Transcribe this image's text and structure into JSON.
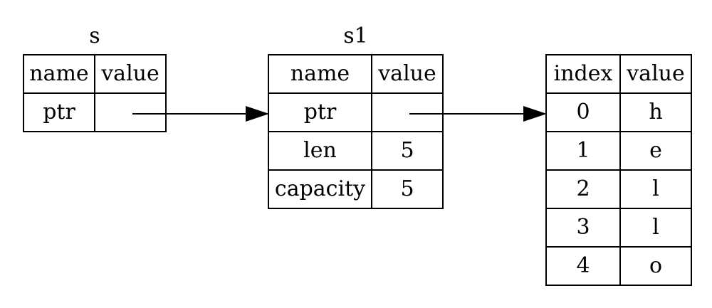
{
  "s": {
    "title": "s",
    "headers": [
      "name",
      "value"
    ],
    "rows": [
      [
        "ptr",
        ""
      ]
    ]
  },
  "s1": {
    "title": "s1",
    "headers": [
      "name",
      "value"
    ],
    "rows": [
      [
        "ptr",
        ""
      ],
      [
        "len",
        "5"
      ],
      [
        "capacity",
        "5"
      ]
    ]
  },
  "heap": {
    "headers": [
      "index",
      "value"
    ],
    "rows": [
      [
        "0",
        "h"
      ],
      [
        "1",
        "e"
      ],
      [
        "2",
        "l"
      ],
      [
        "3",
        "l"
      ],
      [
        "4",
        "o"
      ]
    ]
  },
  "colors": {
    "stroke": "#000000",
    "background": "#ffffff"
  }
}
